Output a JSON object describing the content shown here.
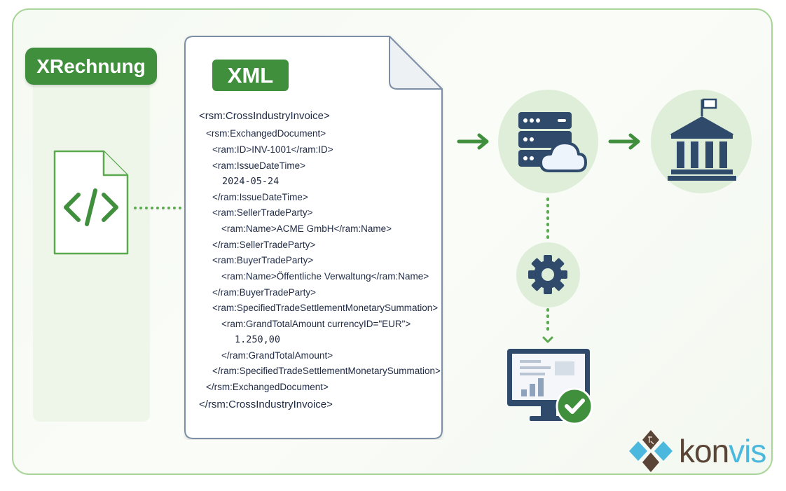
{
  "badges": {
    "xrechnung": "XRechnung",
    "xml": "XML"
  },
  "xml_lines": [
    "<rsm:CrossIndustryInvoice>",
    "<rsm:ExchangedDocument>",
    "<ram:ID>INV-1001</ram:ID>",
    "<ram:IssueDateTime>",
    "2024-05-24",
    "</ram:IssueDateTime>",
    "<ram:SellerTradeParty>",
    "<ram:Name>ACME GmbH</ram:Name>",
    "</ram:SellerTradeParty>",
    "<ram:BuyerTradeParty>",
    "<ram:Name>Öffentliche Verwaltung</ram:Name>",
    "</ram:BuyerTradeParty>",
    "<ram:SpecifiedTradeSettlementMonetarySummation>",
    "<ram:GrandTotalAmount currencyID=\"EUR\">",
    "1.250,00",
    "</ram:GrandTotalAmount>",
    "</ram:SpecifiedTradeSettlementMonetarySummation>",
    "</rsm:ExchangedDocument>",
    "</rsm:CrossIndustryInvoice>"
  ],
  "logo": {
    "part1": "kon",
    "part2": "vis"
  },
  "colors": {
    "brand_green": "#3f8f3c",
    "frame_border": "#a9d59a",
    "navy": "#2f4a6b",
    "logo_brown": "#5a4436",
    "logo_blue": "#4db8dd"
  },
  "icons": [
    "code-icon",
    "server-cloud-icon",
    "government-building-icon",
    "gear-icon",
    "monitor-checkmark-icon",
    "konvis-logo-icon"
  ]
}
